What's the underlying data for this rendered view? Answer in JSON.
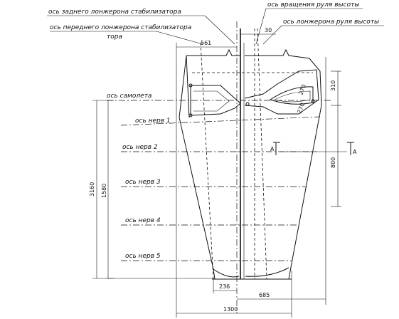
{
  "labels": {
    "rear_spar_axis": "ось заднего лонжерона стабилизатора",
    "front_spar_axis": "ось переднего лонжерона стабилизатора",
    "front_spar_axis_cont": "тора",
    "elevator_hinge_axis": "ось вращения руля высоты",
    "elevator_spar_axis": "ось лонжерона руля высоты",
    "aircraft_axis": "ось самолета",
    "rib_1": "ось нерв 1",
    "rib_2": "ось нерв 2",
    "rib_3": "ось нерв 3",
    "rib_4": "ось нерв 4",
    "rib_5": "ось нерв 5"
  },
  "dimensions": {
    "d_561": "561",
    "d_30": "30",
    "d_310": "310",
    "d_800": "800",
    "d_3160": "3160",
    "d_1580": "1580",
    "d_236": "236",
    "d_685": "685",
    "d_1300": "1300",
    "d_270a": "270",
    "d_270b": "270"
  },
  "section_marks": {
    "a_left": "A",
    "a_right": "A"
  }
}
